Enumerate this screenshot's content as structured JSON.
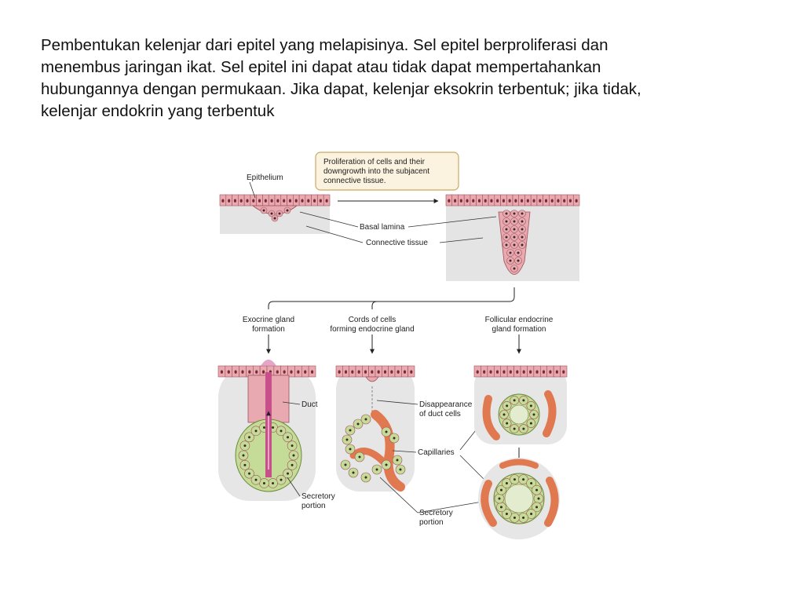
{
  "paragraph": {
    "lines": [
      "Pembentukan kelenjar dari epitel yang melapisinya. Sel epitel berproliferasi dan",
      "menembus jaringan ikat. Sel epitel ini dapat atau tidak dapat mempertahankan",
      "hubungannya dengan permukaan. Jika dapat, kelenjar eksokrin terbentuk; jika tidak,",
      "kelenjar endokrin yang terbentuk"
    ]
  },
  "diagram": {
    "callout": {
      "lines": [
        "Proliferation of cells and their",
        "downgrowth into the subjacent",
        "connective tissue."
      ]
    },
    "labels": {
      "epithelium": "Epithelium",
      "basal_lamina": "Basal lamina",
      "connective_tissue": "Connective tissue",
      "duct": "Duct",
      "disappearance": [
        "Disappearance",
        "of duct cells"
      ],
      "capillaries": "Capillaries",
      "secretory_left": [
        "Secretory",
        "portion"
      ],
      "secretory_right": [
        "Secretory",
        "portion"
      ]
    },
    "branches": {
      "exocrine": [
        "Exocrine gland",
        "formation"
      ],
      "cords": [
        "Cords of cells",
        "forming endocrine gland"
      ],
      "follicular": [
        "Follicular endocrine",
        "gland formation"
      ]
    },
    "colors": {
      "epithelium": "#e8aab0",
      "cell_outline": "#a0505a",
      "secretory": "#c5dc98",
      "capillary": "#e07850",
      "connective": "#e2e2e2",
      "callout_bg": "#fbf3df",
      "callout_border": "#caa865"
    }
  }
}
